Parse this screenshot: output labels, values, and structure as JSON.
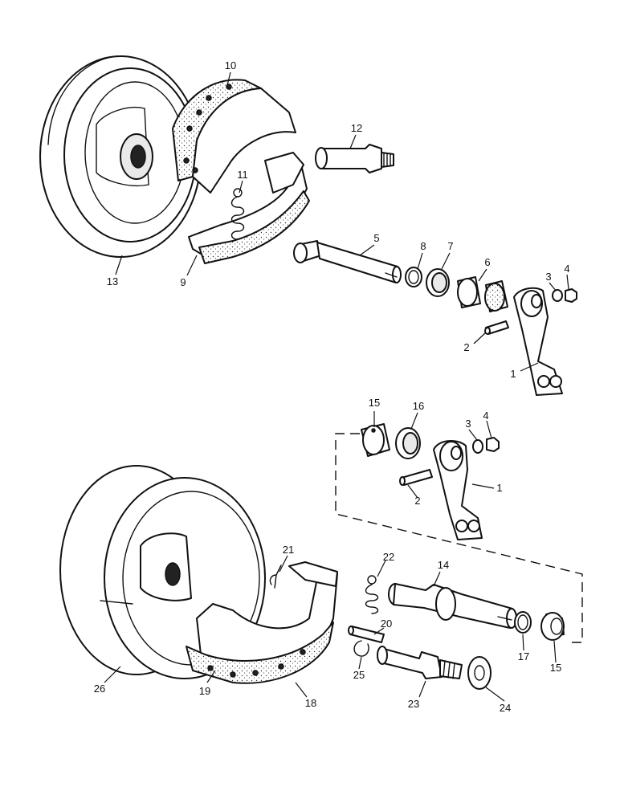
{
  "diagram": {
    "callouts": {
      "c1a": "1",
      "c2a": "2",
      "c3a": "3",
      "c4a": "4",
      "c5": "5",
      "c6": "6",
      "c7": "7",
      "c8": "8",
      "c9": "9",
      "c10": "10",
      "c11": "11",
      "c12": "12",
      "c13": "13",
      "c15a": "15",
      "c16": "16",
      "c3b": "3",
      "c4b": "4",
      "c1b": "1",
      "c2b": "2",
      "c21": "21",
      "c22": "22",
      "c14": "14",
      "c20": "20",
      "c17": "17",
      "c15b": "15",
      "c25": "25",
      "c26": "26",
      "c19": "19",
      "c18": "18",
      "c23": "23",
      "c24": "24"
    }
  }
}
